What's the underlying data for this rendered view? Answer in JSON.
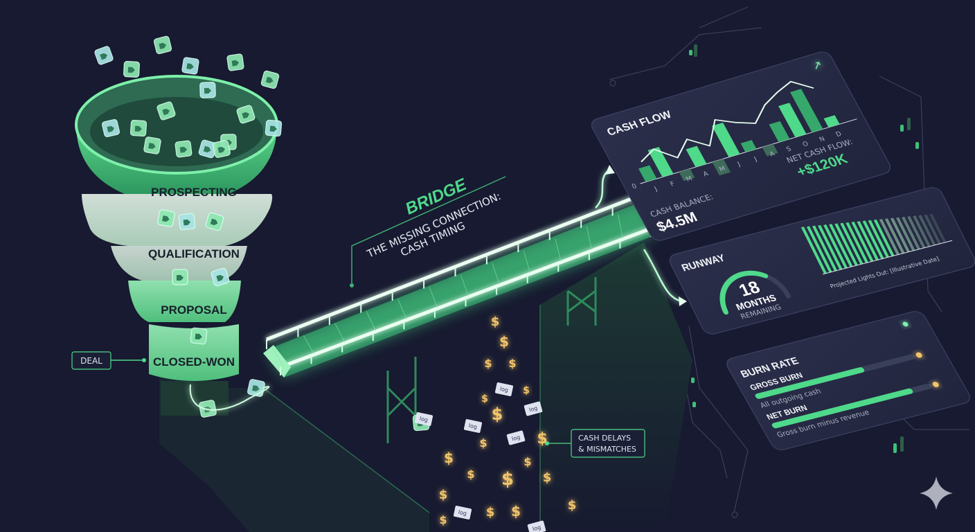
{
  "colors": {
    "background": "#171a30",
    "accent": "#4fd98a",
    "card": "#262a44",
    "coin": "#f2c46b"
  },
  "funnel": {
    "stages": [
      "PROSPECTING",
      "QUALIFICATION",
      "PROPOSAL",
      "CLOSED-WON"
    ],
    "deal_label": "DEAL",
    "token_icon": "tag-icon"
  },
  "bridge": {
    "title": "BRIDGE",
    "subtitle_line1": "THE MISSING CONNECTION:",
    "subtitle_line2": "CASH TIMING"
  },
  "leak": {
    "label_line1": "CASH DELAYS",
    "label_line2": "& MISMATCHES",
    "coin_symbol": "$",
    "doc_label": "log"
  },
  "cash_flow": {
    "title": "CASH FLOW",
    "trend_icon": "trend-up-icon",
    "zero_label": "0",
    "months": [
      "J",
      "F",
      "M",
      "A",
      "M",
      "J",
      "J",
      "A",
      "S",
      "O",
      "N",
      "D"
    ],
    "bars": [
      3,
      6,
      -2,
      4,
      -3,
      7,
      2,
      -2,
      4,
      7,
      9,
      2
    ],
    "balance_label": "CASH BALANCE:",
    "balance_value": "$4.5M",
    "net_label": "NET CASH FLOW:",
    "net_value": "+$120K"
  },
  "runway": {
    "title": "RUNWAY",
    "value": "18",
    "unit": "MONTHS",
    "caption": "REMAINING",
    "gauge_fraction": 0.72,
    "projection_caption": "Projected Lights Out: [Illustrative Date]"
  },
  "burn_rate": {
    "title": "BURN RATE",
    "gross_label": "GROSS BURN",
    "gross_caption": "All outgoing cash",
    "gross_fraction": 0.68,
    "net_label": "NET BURN",
    "net_caption": "Gross burn minus revenue",
    "net_fraction": 0.88
  }
}
